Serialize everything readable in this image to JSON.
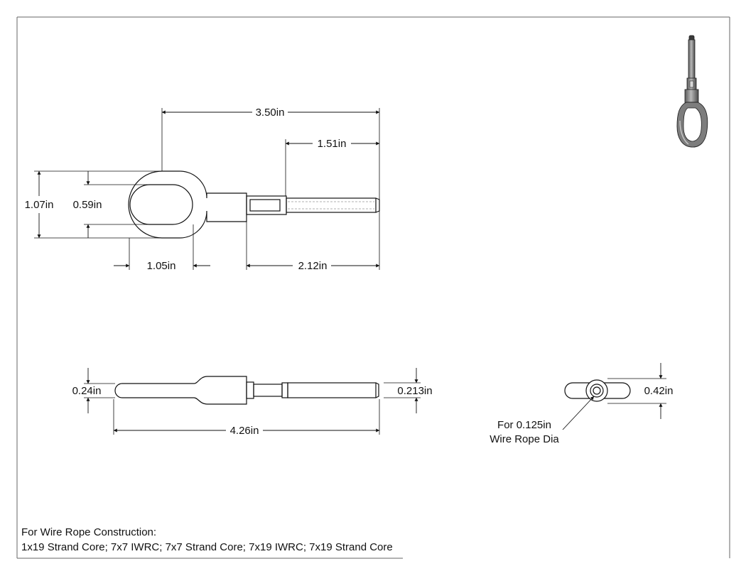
{
  "dimensions": {
    "overall_length_top": "3.50in",
    "threaded_length": "1.51in",
    "eye_outer_height": "1.07in",
    "eye_inner_height": "0.59in",
    "eye_inner_length": "1.05in",
    "shank_length": "2.12in",
    "eye_thickness": "0.24in",
    "shank_diameter": "0.213in",
    "overall_length_side": "4.26in",
    "end_view_width": "0.42in"
  },
  "callout": {
    "line1": "For 0.125in",
    "line2": "Wire Rope Dia"
  },
  "notes": {
    "line1": "For Wire Rope Construction:",
    "line2": "1x19 Strand Core; 7x7 IWRC; 7x7 Strand Core; 7x19 IWRC; 7x19 Strand Core"
  },
  "colors": {
    "outline": "#111111",
    "border": "#666666",
    "iso_metal": "#7d7d7d",
    "iso_dark": "#3a3a3a"
  }
}
